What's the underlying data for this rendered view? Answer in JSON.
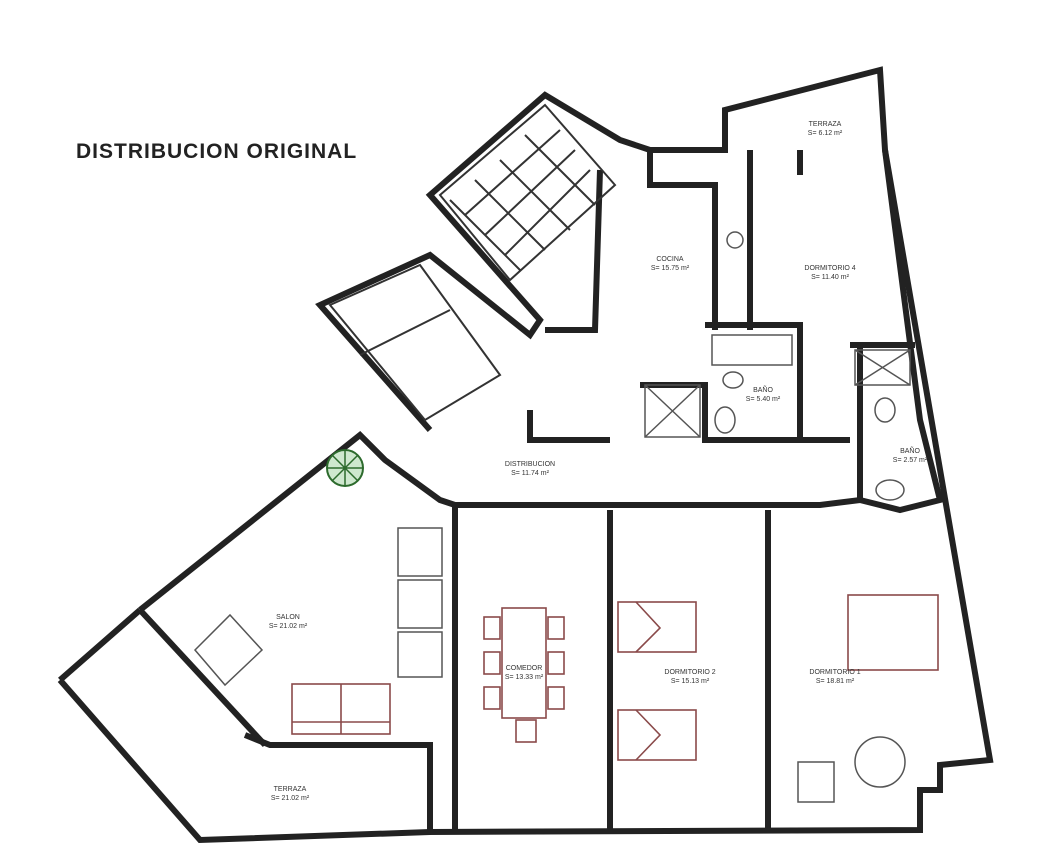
{
  "title": "DISTRIBUCION ORIGINAL",
  "rooms": [
    {
      "name": "TERRAZA",
      "area": "S= 6.12 m²"
    },
    {
      "name": "COCINA",
      "area": "S= 15.75 m²"
    },
    {
      "name": "DORMITORIO 4",
      "area": "S= 11.40 m²"
    },
    {
      "name": "BAÑO",
      "area": "S= 5.40 m²"
    },
    {
      "name": "BAÑO",
      "area": "S= 2.57 m²"
    },
    {
      "name": "DISTRIBUCION",
      "area": "S= 11.74 m²"
    },
    {
      "name": "SALON",
      "area": "S= 21.02 m²"
    },
    {
      "name": "COMEDOR",
      "area": "S= 13.33 m²"
    },
    {
      "name": "DORMITORIO 2",
      "area": "S= 15.13 m²"
    },
    {
      "name": "DORMITORIO 1",
      "area": "S= 18.81 m²"
    },
    {
      "name": "TERRAZA",
      "area": "S= 21.02 m²"
    }
  ],
  "colors": {
    "walls": "#222222",
    "furniture": "#8a4a4a"
  }
}
